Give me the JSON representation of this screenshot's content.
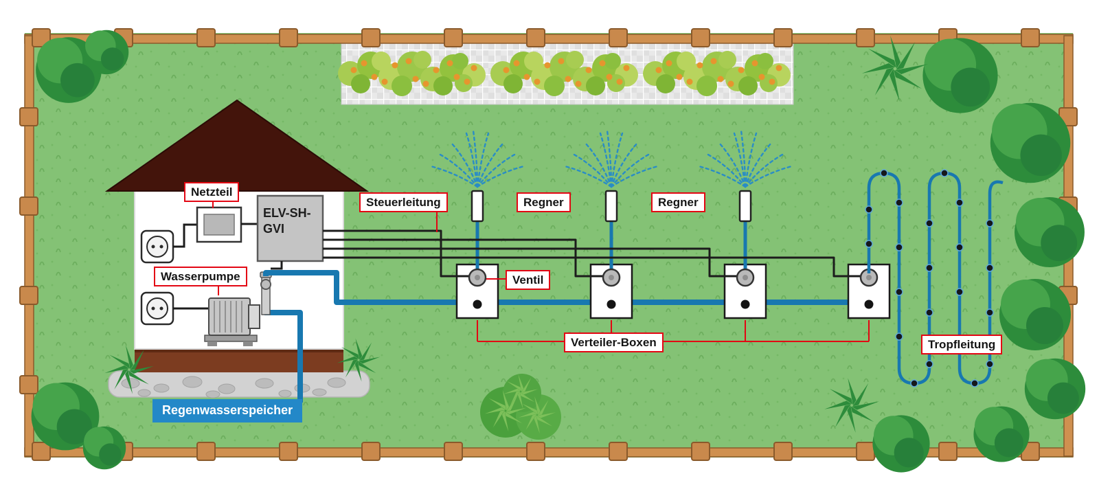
{
  "labels": {
    "netzteil": "Netzteil",
    "wasserpumpe": "Wasserpumpe",
    "controller": "ELV-SH-GVI",
    "steuerleitung": "Steuerleitung",
    "regner_1": "Regner",
    "regner_2": "Regner",
    "ventil": "Ventil",
    "verteiler_boxen": "Verteiler-Boxen",
    "tropfleitung": "Tropfleitung",
    "regenwasserspeicher": "Regenwasserspeicher"
  },
  "counts": {
    "sprinklers": 3,
    "distributor_boxes": 4,
    "power_outlets": 2
  },
  "colors": {
    "water_blue": "#1878b0",
    "spray_blue": "#2a8dc5",
    "label_border_red": "#e30613",
    "grass_green": "#84c275",
    "fence_brown": "#c9894c",
    "roof_brown": "#43140b",
    "storage_label_bg": "#2388c8",
    "controller_gray": "#c4c4c4"
  }
}
